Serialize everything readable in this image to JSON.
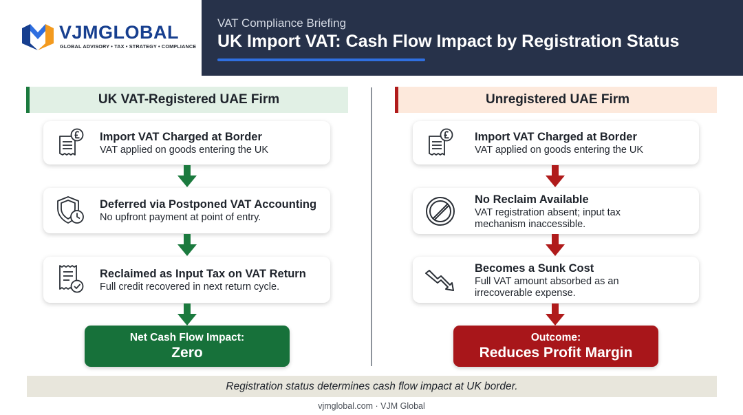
{
  "brand": {
    "name": "VJMGLOBAL",
    "tagline": "GLOBAL ADVISORY • TAX • STRATEGY • COMPLIANCE",
    "colors": {
      "navy": "#173f8f",
      "orange": "#f39a1e",
      "header_bg": "#27324a",
      "accent_blue": "#2f6fe0"
    }
  },
  "header": {
    "kicker": "VAT Compliance Briefing",
    "title": "UK Import VAT: Cash Flow Impact by Registration Status"
  },
  "left": {
    "heading": "UK VAT-Registered UAE Firm",
    "accent": "#1b7a3e",
    "steps": [
      {
        "icon": "pound-receipt-icon",
        "title": "Import VAT Charged at Border",
        "text": "VAT applied on goods entering the UK"
      },
      {
        "icon": "shield-clock-icon",
        "title": "Deferred via Postponed VAT Accounting",
        "text": "No upfront payment at point of entry."
      },
      {
        "icon": "receipt-check-icon",
        "title": "Reclaimed as Input Tax on VAT Return",
        "text": "Full credit recovered in next return cycle."
      }
    ],
    "outcome": {
      "label": "Net Cash Flow Impact:",
      "value": "Zero"
    }
  },
  "right": {
    "heading": "Unregistered UAE Firm",
    "accent": "#b01b1b",
    "steps": [
      {
        "icon": "pound-receipt-icon",
        "title": "Import VAT Charged at Border",
        "text": "VAT applied on goods entering the UK"
      },
      {
        "icon": "prohibited-icon",
        "title": "No Reclaim Available",
        "text": "VAT registration absent; input tax mechanism inaccessible."
      },
      {
        "icon": "trend-down-icon",
        "title": "Becomes a Sunk Cost",
        "text": "Full VAT amount absorbed as an irrecoverable expense."
      }
    ],
    "outcome": {
      "label": "Outcome:",
      "value": "Reduces Profit Margin"
    }
  },
  "footer": {
    "note": "Registration status determines cash flow impact at UK border.",
    "credit": "vjmglobal.com · VJM Global"
  }
}
